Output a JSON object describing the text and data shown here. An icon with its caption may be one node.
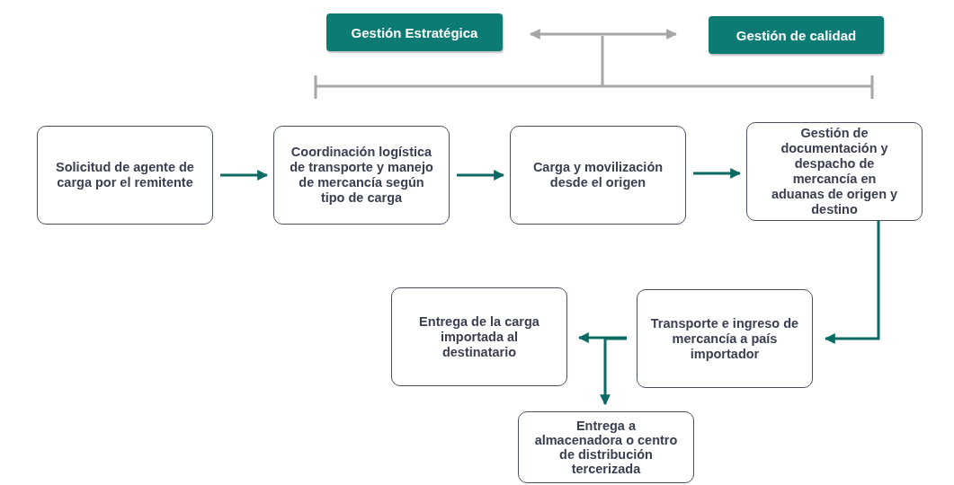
{
  "diagram": {
    "nodes": [
      {
        "text": [
          "Gestión Estratégica"
        ]
      },
      {
        "text": [
          "Gestión de calidad"
        ]
      },
      {
        "text": [
          "Solicitud de agente de carga por el remitente"
        ]
      },
      {
        "text": [
          "Coordinación logística de transporte y manejo de mercancía según tipo de carga"
        ]
      },
      {
        "text": [
          "Carga y movilización desde el origen"
        ]
      },
      {
        "text": [
          "Gestión de documentación y despacho de mercancía en aduanas de origen y destino"
        ]
      },
      {
        "text": [
          "Transporte e ingreso de mercancía a país importador"
        ]
      },
      {
        "text": [
          "Entrega de la carga importada al destinatario"
        ]
      },
      {
        "text": [
          "Entrega a almacenadora o centro de distribución tercerizada"
        ]
      }
    ],
    "edges": [
      {
        "from": 0,
        "to": 1,
        "arrow": "both",
        "color": "#a6a6a6"
      },
      {
        "from": 2,
        "to": 3,
        "arrow": "to"
      },
      {
        "from": 3,
        "to": 4,
        "arrow": "to"
      },
      {
        "from": 4,
        "to": 5,
        "arrow": "to"
      },
      {
        "from": 5,
        "to": 6,
        "arrow": "to"
      },
      {
        "from": 6,
        "to": 7,
        "arrow": "to"
      },
      {
        "from": 6,
        "to": 8,
        "arrow": "to"
      }
    ]
  }
}
